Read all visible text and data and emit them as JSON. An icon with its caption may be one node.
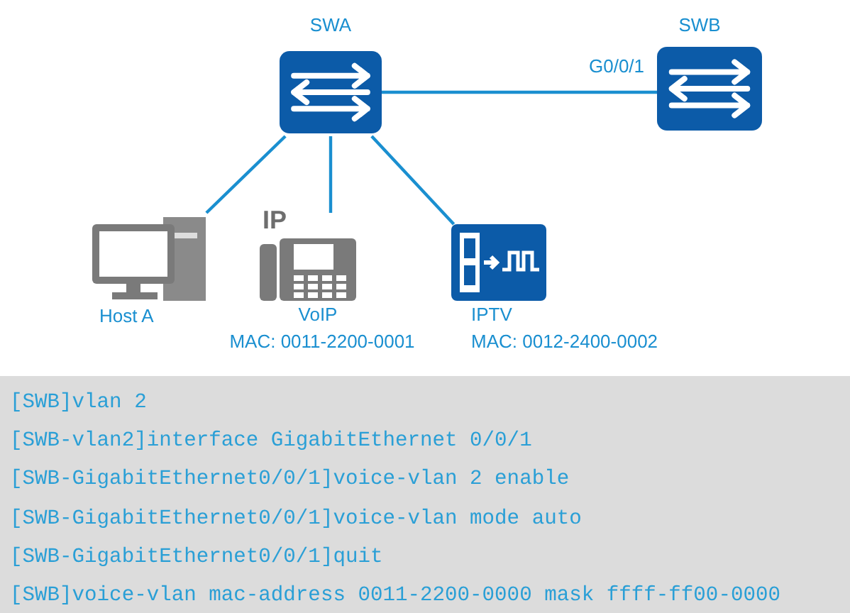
{
  "diagram": {
    "nodes": [
      {
        "text": [
          "SWA"
        ]
      },
      {
        "text": [
          "SWB"
        ]
      },
      {
        "text": [
          "Host A"
        ]
      },
      {
        "text": [
          "VoIP",
          "MAC: 0011-2200-0001"
        ]
      },
      {
        "text": [
          "IPTV",
          "MAC: 0012-2400-0002"
        ]
      }
    ],
    "edges": [
      {
        "from": 0,
        "to": 1,
        "arrow": "none",
        "label": "G0/0/1"
      },
      {
        "from": 0,
        "to": 2,
        "arrow": "none"
      },
      {
        "from": 0,
        "to": 3,
        "arrow": "none"
      },
      {
        "from": 0,
        "to": 4,
        "arrow": "none"
      }
    ],
    "labels": [
      "IP",
      "[SWB]vlan 2",
      "[SWB-vlan2]interface GigabitEthernet 0/0/1",
      "[SWB-GigabitEthernet0/0/1]voice-vlan 2 enable",
      "[SWB-GigabitEthernet0/0/1]voice-vlan mode auto",
      "[SWB-GigabitEthernet0/0/1]quit",
      "[SWB]voice-vlan mac-address 0011-2200-0000 mask ffff-ff00-0000"
    ]
  }
}
